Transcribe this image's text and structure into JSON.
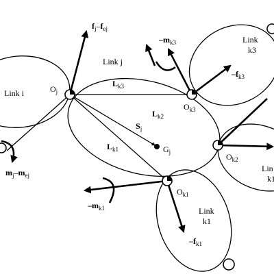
{
  "labels": {
    "link_i": "Link i",
    "link_j": "Link j",
    "link_k3": [
      "Link",
      "k3"
    ],
    "link_k1": [
      "Link",
      "k1"
    ],
    "link_k2_partial": [
      "Lin",
      "k1"
    ],
    "o_j": [
      "O",
      "j"
    ],
    "o_k3": [
      "O",
      "k3"
    ],
    "o_k2": [
      "O",
      "k2"
    ],
    "o_k1": [
      "O",
      "k1"
    ],
    "g_j": [
      "G",
      "j"
    ],
    "l_k3": [
      "L",
      "k3"
    ],
    "l_k2": [
      "L",
      "k2"
    ],
    "l_k1": [
      "L",
      "k1"
    ],
    "s_j": [
      "S",
      "j"
    ],
    "force_j": [
      "f",
      "j",
      "–",
      "f",
      "ej"
    ],
    "moment_j": [
      "m",
      "j",
      "–",
      "m",
      "ej"
    ],
    "moment_k3": [
      "–m",
      "k3"
    ],
    "force_k3": [
      "–f",
      "k3"
    ],
    "moment_k1": [
      "–m",
      "k1"
    ],
    "force_k1": [
      "–f",
      "k1"
    ]
  }
}
